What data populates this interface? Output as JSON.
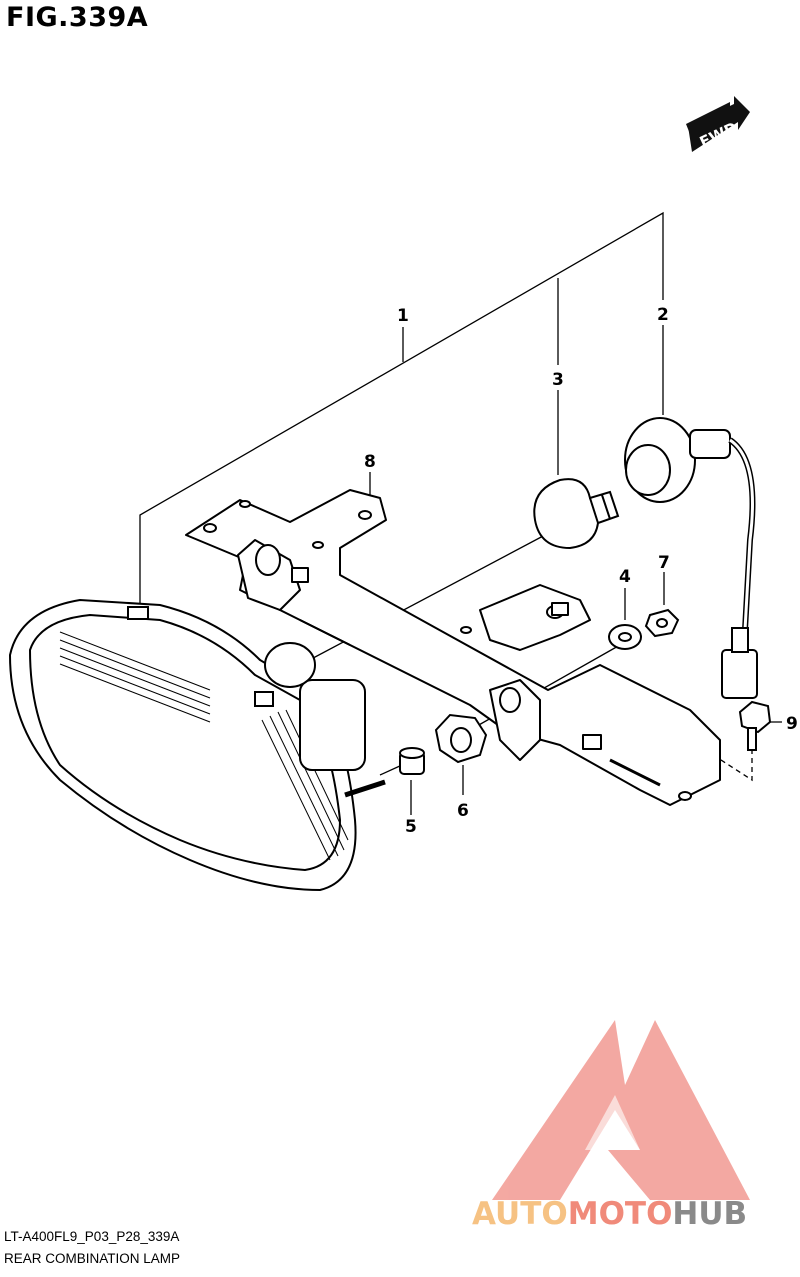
{
  "figure": {
    "title": "FIG.339A"
  },
  "fwd_label": "FWD",
  "callouts": [
    "1",
    "2",
    "3",
    "4",
    "5",
    "6",
    "7",
    "8",
    "9"
  ],
  "footer": {
    "code": "LT-A400FL9_P03_P28_339A",
    "name": "REAR COMBINATION LAMP"
  },
  "watermark": {
    "part1": "AUTO",
    "part2": "MOTO",
    "part3": "HUB",
    "color1": "#f6c283",
    "color2": "#f08a7a",
    "color3": "#8a8a8a",
    "logo_color": "#f29a92"
  }
}
